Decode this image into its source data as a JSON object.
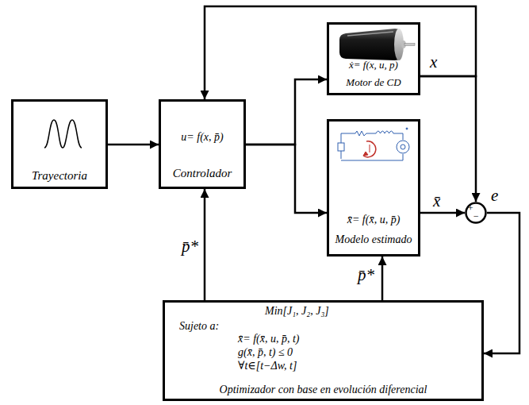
{
  "diagram": {
    "nodes": [
      {
        "text": [
          "Trayectoria"
        ]
      },
      {
        "text": [
          "u= f(x, p̄)",
          "Controlador"
        ]
      },
      {
        "text": [
          "ẋ= f(x, u, p)",
          "Motor de CD"
        ]
      },
      {
        "text": [
          "x̄̇= f(x̄, u, p̄)",
          "Modelo estimado"
        ]
      },
      {
        "text": [
          "+",
          "−"
        ]
      },
      {
        "text": [
          "Min[J₁, J₂, J₃]",
          "Sujeto a:",
          "x̄̇= f(x̄, u, p̄, t)",
          "g(x̄, p̄, t) ≤ 0",
          "∀t∈[t−Δw, t]",
          "Optimizador con base en evolución diferencial"
        ]
      }
    ],
    "edges": [
      {
        "from": 0,
        "to": 1,
        "arrow": "to"
      },
      {
        "from": 1,
        "to": 2,
        "arrow": "to"
      },
      {
        "from": 1,
        "to": 3,
        "arrow": "to"
      },
      {
        "from": 2,
        "to": 4,
        "label": "x",
        "arrow": "to"
      },
      {
        "from": 3,
        "to": 4,
        "label": "x̄",
        "arrow": "to"
      },
      {
        "from": 4,
        "to": 5,
        "label": "e",
        "arrow": "to"
      },
      {
        "from": 5,
        "to": 1,
        "label": "p̄*",
        "arrow": "to"
      },
      {
        "from": 5,
        "to": 3,
        "label": "p̄*",
        "arrow": "to"
      },
      {
        "from": 2,
        "to": 1,
        "arrow": "to"
      }
    ]
  }
}
